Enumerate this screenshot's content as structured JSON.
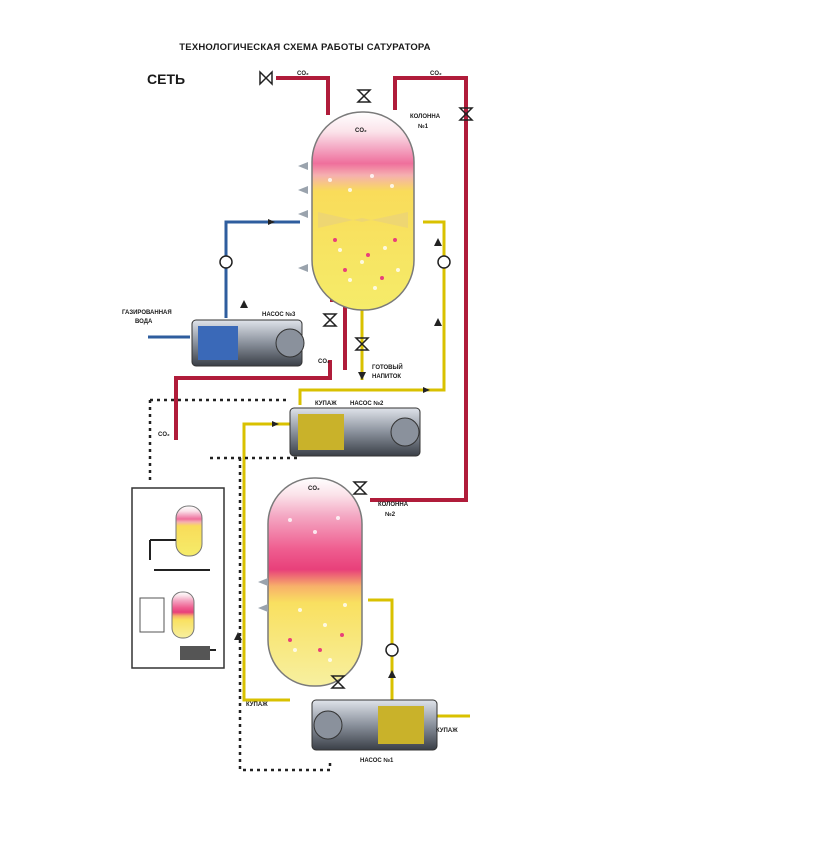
{
  "title": "ТЕХНОЛОГИЧЕСКАЯ СХЕМА РАБОТЫ САТУРАТОРА",
  "network_label": "СЕТЬ",
  "labels": {
    "co2_left_top": "CO₂",
    "co2_right_top": "CO₂",
    "co2_in_column1": "CO₂",
    "co2_under_pump3": "CO₂",
    "co2_left_line": "CO₂",
    "co2_in_column2": "CO₂",
    "column1_line1": "КОЛОННА",
    "column1_line2": "№1",
    "column2_line1": "КОЛОННА",
    "column2_line2": "№2",
    "carbonated_water_line1": "ГАЗИРОВАННАЯ",
    "carbonated_water_line2": "ВОДА",
    "pump3": "НАСОС №3",
    "pump2": "НАСОС №2",
    "pump1": "НАСОС №1",
    "ready_line1": "ГОТОВЫЙ",
    "ready_line2": "НАПИТОК",
    "kupazh_upper": "КУПАЖ",
    "kupazh_lower": "КУПАЖ",
    "kupazh_right": "КУПАЖ"
  },
  "colors": {
    "co2_line": "#b01c3a",
    "water_line": "#2e5d9e",
    "syrup_line": "#d9c100",
    "tank_pink": "#e8407a",
    "tank_light_pink": "#f4a9c4",
    "tank_yellow": "#f7ea4c"
  },
  "icons": [
    "valve-icon",
    "check-valve-icon",
    "pump-icon",
    "flow-arrow-icon",
    "nozzle-icon"
  ]
}
